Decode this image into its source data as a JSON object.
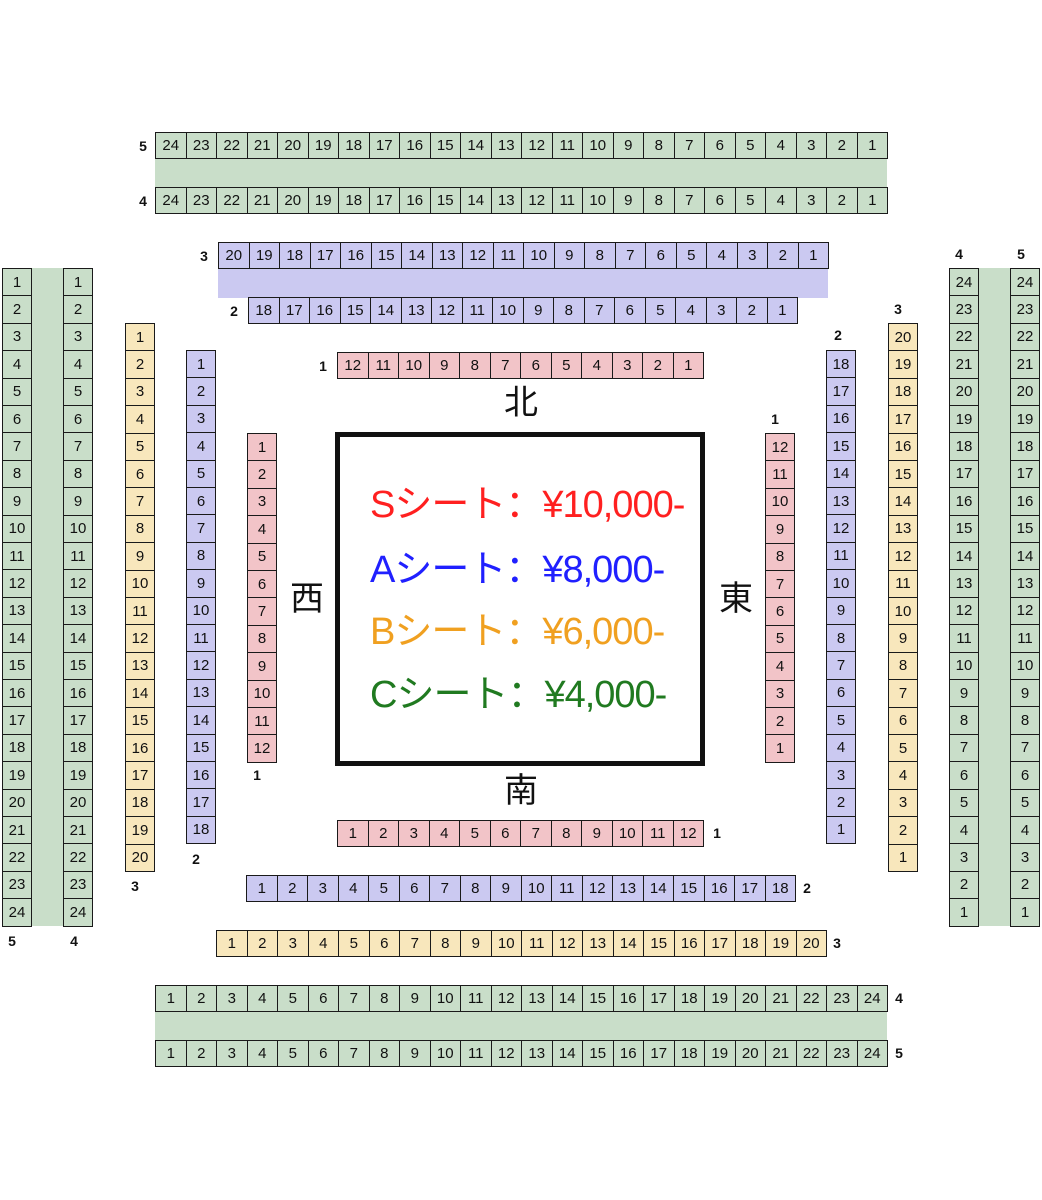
{
  "colors": {
    "S": {
      "fill": "#f2c4c8",
      "band": "#f2c4c8"
    },
    "A": {
      "fill": "#cbc9f1",
      "band": "#cbc9f1"
    },
    "B": {
      "fill": "#f8e7bc",
      "band": "#f8e7bc"
    },
    "C": {
      "fill": "#c9dec9",
      "band": "#c9dec9"
    }
  },
  "directions": {
    "north": "北",
    "south": "南",
    "west": "西",
    "east": "東"
  },
  "prices": [
    {
      "text": "Sシート：¥10,000-",
      "color": "#ff2020"
    },
    {
      "text": "Aシート：¥8,000-",
      "color": "#2020ff"
    },
    {
      "text": "Bシート：¥6,000-",
      "color": "#f0a020"
    },
    {
      "text": "Cシート：¥4,000-",
      "color": "#207a20"
    }
  ],
  "sections": {
    "north": [
      {
        "row": "5",
        "tier": "C",
        "seats": [
          "24",
          "23",
          "22",
          "21",
          "20",
          "19",
          "18",
          "17",
          "16",
          "15",
          "14",
          "13",
          "12",
          "11",
          "10",
          "9",
          "8",
          "7",
          "6",
          "5",
          "4",
          "3",
          "2",
          "1"
        ]
      },
      {
        "row": "4",
        "tier": "C",
        "seats": [
          "24",
          "23",
          "22",
          "21",
          "20",
          "19",
          "18",
          "17",
          "16",
          "15",
          "14",
          "13",
          "12",
          "11",
          "10",
          "9",
          "8",
          "7",
          "6",
          "5",
          "4",
          "3",
          "2",
          "1"
        ]
      },
      {
        "row": "3",
        "tier": "A",
        "seats": [
          "20",
          "19",
          "18",
          "17",
          "16",
          "15",
          "14",
          "13",
          "12",
          "11",
          "10",
          "9",
          "8",
          "7",
          "6",
          "5",
          "4",
          "3",
          "2",
          "1"
        ]
      },
      {
        "row": "2",
        "tier": "A",
        "seats": [
          "18",
          "17",
          "16",
          "15",
          "14",
          "13",
          "12",
          "11",
          "10",
          "9",
          "8",
          "7",
          "6",
          "5",
          "4",
          "3",
          "2",
          "1"
        ]
      },
      {
        "row": "1",
        "tier": "S",
        "seats": [
          "12",
          "11",
          "10",
          "9",
          "8",
          "7",
          "6",
          "5",
          "4",
          "3",
          "2",
          "1"
        ]
      }
    ],
    "south": [
      {
        "row": "1",
        "tier": "S",
        "seats": [
          "1",
          "2",
          "3",
          "4",
          "5",
          "6",
          "7",
          "8",
          "9",
          "10",
          "11",
          "12"
        ]
      },
      {
        "row": "2",
        "tier": "A",
        "seats": [
          "1",
          "2",
          "3",
          "4",
          "5",
          "6",
          "7",
          "8",
          "9",
          "10",
          "11",
          "12",
          "13",
          "14",
          "15",
          "16",
          "17",
          "18"
        ]
      },
      {
        "row": "3",
        "tier": "B",
        "seats": [
          "1",
          "2",
          "3",
          "4",
          "5",
          "6",
          "7",
          "8",
          "9",
          "10",
          "11",
          "12",
          "13",
          "14",
          "15",
          "16",
          "17",
          "18",
          "19",
          "20"
        ]
      },
      {
        "row": "4",
        "tier": "C",
        "seats": [
          "1",
          "2",
          "3",
          "4",
          "5",
          "6",
          "7",
          "8",
          "9",
          "10",
          "11",
          "12",
          "13",
          "14",
          "15",
          "16",
          "17",
          "18",
          "19",
          "20",
          "21",
          "22",
          "23",
          "24"
        ]
      },
      {
        "row": "5",
        "tier": "C",
        "seats": [
          "1",
          "2",
          "3",
          "4",
          "5",
          "6",
          "7",
          "8",
          "9",
          "10",
          "11",
          "12",
          "13",
          "14",
          "15",
          "16",
          "17",
          "18",
          "19",
          "20",
          "21",
          "22",
          "23",
          "24"
        ]
      }
    ],
    "west": [
      {
        "row": "5",
        "tier": "C",
        "seats": [
          "1",
          "2",
          "3",
          "4",
          "5",
          "6",
          "7",
          "8",
          "9",
          "10",
          "11",
          "12",
          "13",
          "14",
          "15",
          "16",
          "17",
          "18",
          "19",
          "20",
          "21",
          "22",
          "23",
          "24"
        ]
      },
      {
        "row": "4",
        "tier": "C",
        "seats": [
          "1",
          "2",
          "3",
          "4",
          "5",
          "6",
          "7",
          "8",
          "9",
          "10",
          "11",
          "12",
          "13",
          "14",
          "15",
          "16",
          "17",
          "18",
          "19",
          "20",
          "21",
          "22",
          "23",
          "24"
        ]
      },
      {
        "row": "3",
        "tier": "B",
        "seats": [
          "1",
          "2",
          "3",
          "4",
          "5",
          "6",
          "7",
          "8",
          "9",
          "10",
          "11",
          "12",
          "13",
          "14",
          "15",
          "16",
          "17",
          "18",
          "19",
          "20"
        ]
      },
      {
        "row": "2",
        "tier": "A",
        "seats": [
          "1",
          "2",
          "3",
          "4",
          "5",
          "6",
          "7",
          "8",
          "9",
          "10",
          "11",
          "12",
          "13",
          "14",
          "15",
          "16",
          "17",
          "18"
        ]
      },
      {
        "row": "1",
        "tier": "S",
        "seats": [
          "1",
          "2",
          "3",
          "4",
          "5",
          "6",
          "7",
          "8",
          "9",
          "10",
          "11",
          "12"
        ]
      }
    ],
    "east": [
      {
        "row": "1",
        "tier": "S",
        "seats": [
          "12",
          "11",
          "10",
          "9",
          "8",
          "7",
          "6",
          "5",
          "4",
          "3",
          "2",
          "1"
        ]
      },
      {
        "row": "2",
        "tier": "A",
        "seats": [
          "18",
          "17",
          "16",
          "15",
          "14",
          "13",
          "12",
          "11",
          "10",
          "9",
          "8",
          "7",
          "6",
          "5",
          "4",
          "3",
          "2",
          "1"
        ]
      },
      {
        "row": "3",
        "tier": "B",
        "seats": [
          "20",
          "19",
          "18",
          "17",
          "16",
          "15",
          "14",
          "13",
          "12",
          "11",
          "10",
          "9",
          "8",
          "7",
          "6",
          "5",
          "4",
          "3",
          "2",
          "1"
        ]
      },
      {
        "row": "4",
        "tier": "C",
        "seats": [
          "24",
          "23",
          "22",
          "21",
          "20",
          "19",
          "18",
          "17",
          "16",
          "15",
          "14",
          "13",
          "12",
          "11",
          "10",
          "9",
          "8",
          "7",
          "6",
          "5",
          "4",
          "3",
          "2",
          "1"
        ]
      },
      {
        "row": "5",
        "tier": "C",
        "seats": [
          "24",
          "23",
          "22",
          "21",
          "20",
          "19",
          "18",
          "17",
          "16",
          "15",
          "14",
          "13",
          "12",
          "11",
          "10",
          "9",
          "8",
          "7",
          "6",
          "5",
          "4",
          "3",
          "2",
          "1"
        ]
      }
    ]
  }
}
